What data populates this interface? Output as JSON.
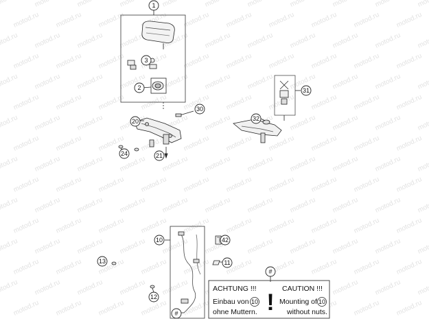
{
  "watermark": {
    "text": "motod.ru"
  },
  "callouts": [
    {
      "id": "c1",
      "label": "1"
    },
    {
      "id": "c2",
      "label": "2"
    },
    {
      "id": "c3",
      "label": "3"
    },
    {
      "id": "c20",
      "label": "20"
    },
    {
      "id": "c21",
      "label": "21"
    },
    {
      "id": "c24",
      "label": "24"
    },
    {
      "id": "c30",
      "label": "30"
    },
    {
      "id": "c31",
      "label": "31"
    },
    {
      "id": "c32",
      "label": "32"
    },
    {
      "id": "c10",
      "label": "10"
    },
    {
      "id": "c42",
      "label": "42"
    },
    {
      "id": "c11",
      "label": "11"
    },
    {
      "id": "c13",
      "label": "13"
    },
    {
      "id": "c12",
      "label": "12"
    },
    {
      "id": "chash1",
      "label": "#"
    },
    {
      "id": "chash2",
      "label": "#"
    }
  ],
  "notice": {
    "left_heading": "ACHTUNG !!!",
    "right_heading": "CAUTION !!!",
    "left_line1_prefix": "Einbau von",
    "left_line1_ref": "10",
    "left_line2": "ohne Muttern.",
    "right_line1_prefix": "Mounting of",
    "right_line1_ref": "10",
    "right_line2": "without nuts.",
    "bang": "!"
  }
}
